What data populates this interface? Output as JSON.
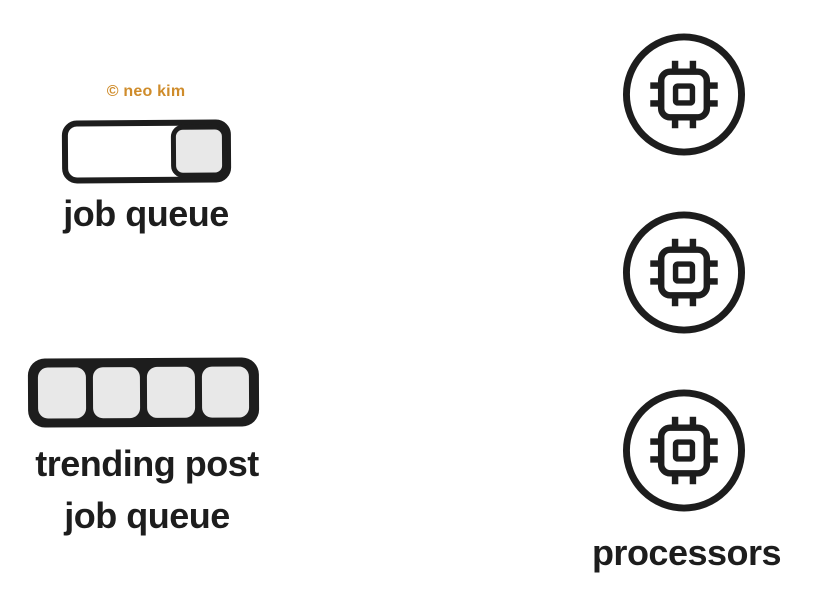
{
  "page": {
    "background": "#ffffff",
    "ink_color": "#1d1d1d",
    "slot_fill_color": "#e8e8e8",
    "accent_color": "#cf8c2b"
  },
  "attribution": {
    "text": "© neo kim",
    "color": "#cf8c2b"
  },
  "job_queue": {
    "label": "job queue",
    "filled_slots": 1
  },
  "trending_queue": {
    "label_line1": "trending post",
    "label_line2": "job queue",
    "filled_slots": 4
  },
  "processors": {
    "label": "processors",
    "count": 3,
    "icon": "cpu-chip-icon"
  }
}
